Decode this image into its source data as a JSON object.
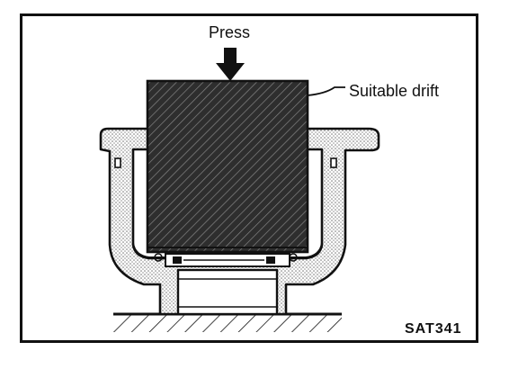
{
  "labels": {
    "press": "Press",
    "drift": "Suitable drift",
    "figure_code": "SAT341"
  },
  "colors": {
    "ink": "#111111",
    "stipple": "#9a9a9a",
    "paper": "#ffffff"
  }
}
